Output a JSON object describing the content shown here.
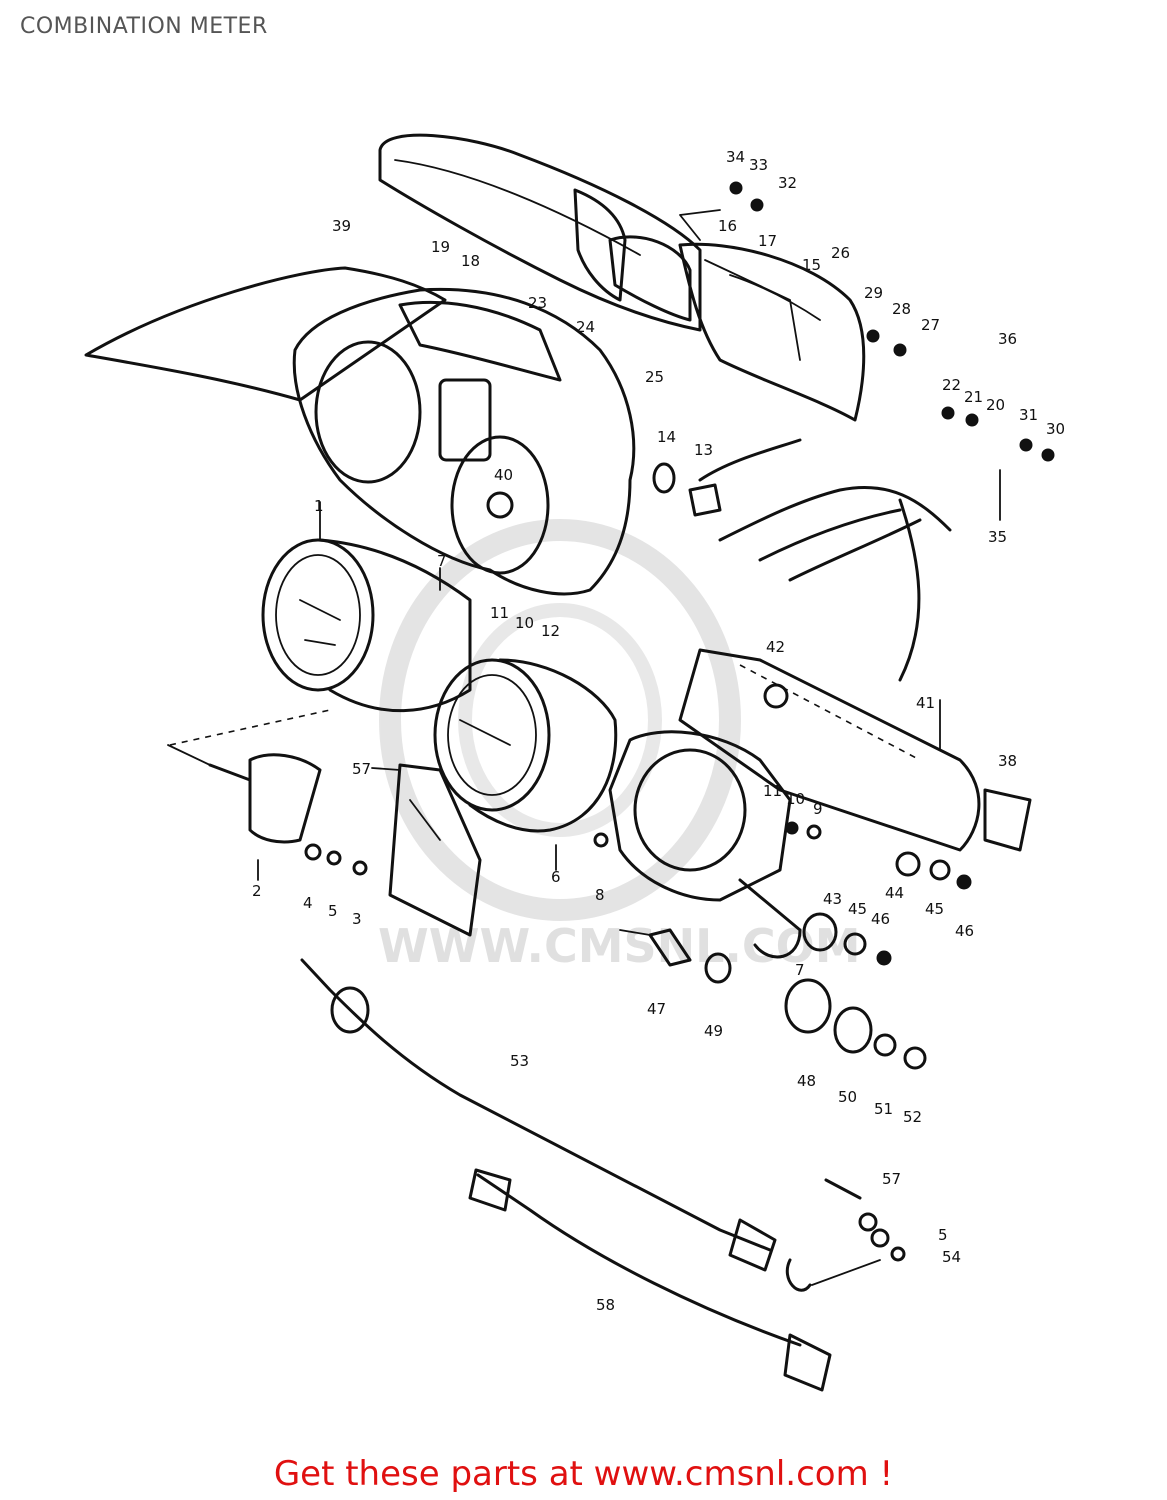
{
  "header": {
    "title": "COMBINATION METER"
  },
  "watermark": {
    "text": "WWW.CMSNL.COM"
  },
  "footer": {
    "link_text": "Get these parts at www.cmsnl.com !"
  },
  "callouts": [
    {
      "id": "c1",
      "label": "1"
    },
    {
      "id": "c2",
      "label": "2"
    },
    {
      "id": "c3",
      "label": "3"
    },
    {
      "id": "c4",
      "label": "4"
    },
    {
      "id": "c5a",
      "label": "5"
    },
    {
      "id": "c5b",
      "label": "5"
    },
    {
      "id": "c6",
      "label": "6"
    },
    {
      "id": "c7a",
      "label": "7"
    },
    {
      "id": "c7b",
      "label": "7"
    },
    {
      "id": "c8",
      "label": "8"
    },
    {
      "id": "c9",
      "label": "9"
    },
    {
      "id": "c10a",
      "label": "10"
    },
    {
      "id": "c10b",
      "label": "10"
    },
    {
      "id": "c11a",
      "label": "11"
    },
    {
      "id": "c11b",
      "label": "11"
    },
    {
      "id": "c12",
      "label": "12"
    },
    {
      "id": "c13",
      "label": "13"
    },
    {
      "id": "c14",
      "label": "14"
    },
    {
      "id": "c15",
      "label": "15"
    },
    {
      "id": "c16",
      "label": "16"
    },
    {
      "id": "c17",
      "label": "17"
    },
    {
      "id": "c18",
      "label": "18"
    },
    {
      "id": "c19",
      "label": "19"
    },
    {
      "id": "c20",
      "label": "20"
    },
    {
      "id": "c21",
      "label": "21"
    },
    {
      "id": "c22",
      "label": "22"
    },
    {
      "id": "c23",
      "label": "23"
    },
    {
      "id": "c24",
      "label": "24"
    },
    {
      "id": "c25",
      "label": "25"
    },
    {
      "id": "c26",
      "label": "26"
    },
    {
      "id": "c27",
      "label": "27"
    },
    {
      "id": "c28",
      "label": "28"
    },
    {
      "id": "c29",
      "label": "29"
    },
    {
      "id": "c30",
      "label": "30"
    },
    {
      "id": "c31",
      "label": "31"
    },
    {
      "id": "c32",
      "label": "32"
    },
    {
      "id": "c33",
      "label": "33"
    },
    {
      "id": "c34",
      "label": "34"
    },
    {
      "id": "c35",
      "label": "35"
    },
    {
      "id": "c36",
      "label": "36"
    },
    {
      "id": "c38",
      "label": "38"
    },
    {
      "id": "c39",
      "label": "39"
    },
    {
      "id": "c40",
      "label": "40"
    },
    {
      "id": "c41",
      "label": "41"
    },
    {
      "id": "c42",
      "label": "42"
    },
    {
      "id": "c43",
      "label": "43"
    },
    {
      "id": "c44",
      "label": "44"
    },
    {
      "id": "c45a",
      "label": "45"
    },
    {
      "id": "c45b",
      "label": "45"
    },
    {
      "id": "c46a",
      "label": "46"
    },
    {
      "id": "c46b",
      "label": "46"
    },
    {
      "id": "c47",
      "label": "47"
    },
    {
      "id": "c48",
      "label": "48"
    },
    {
      "id": "c49",
      "label": "49"
    },
    {
      "id": "c50",
      "label": "50"
    },
    {
      "id": "c51",
      "label": "51"
    },
    {
      "id": "c52",
      "label": "52"
    },
    {
      "id": "c53",
      "label": "53"
    },
    {
      "id": "c54",
      "label": "54"
    },
    {
      "id": "c57a",
      "label": "57"
    },
    {
      "id": "c57b",
      "label": "57"
    },
    {
      "id": "c58",
      "label": "58"
    }
  ]
}
